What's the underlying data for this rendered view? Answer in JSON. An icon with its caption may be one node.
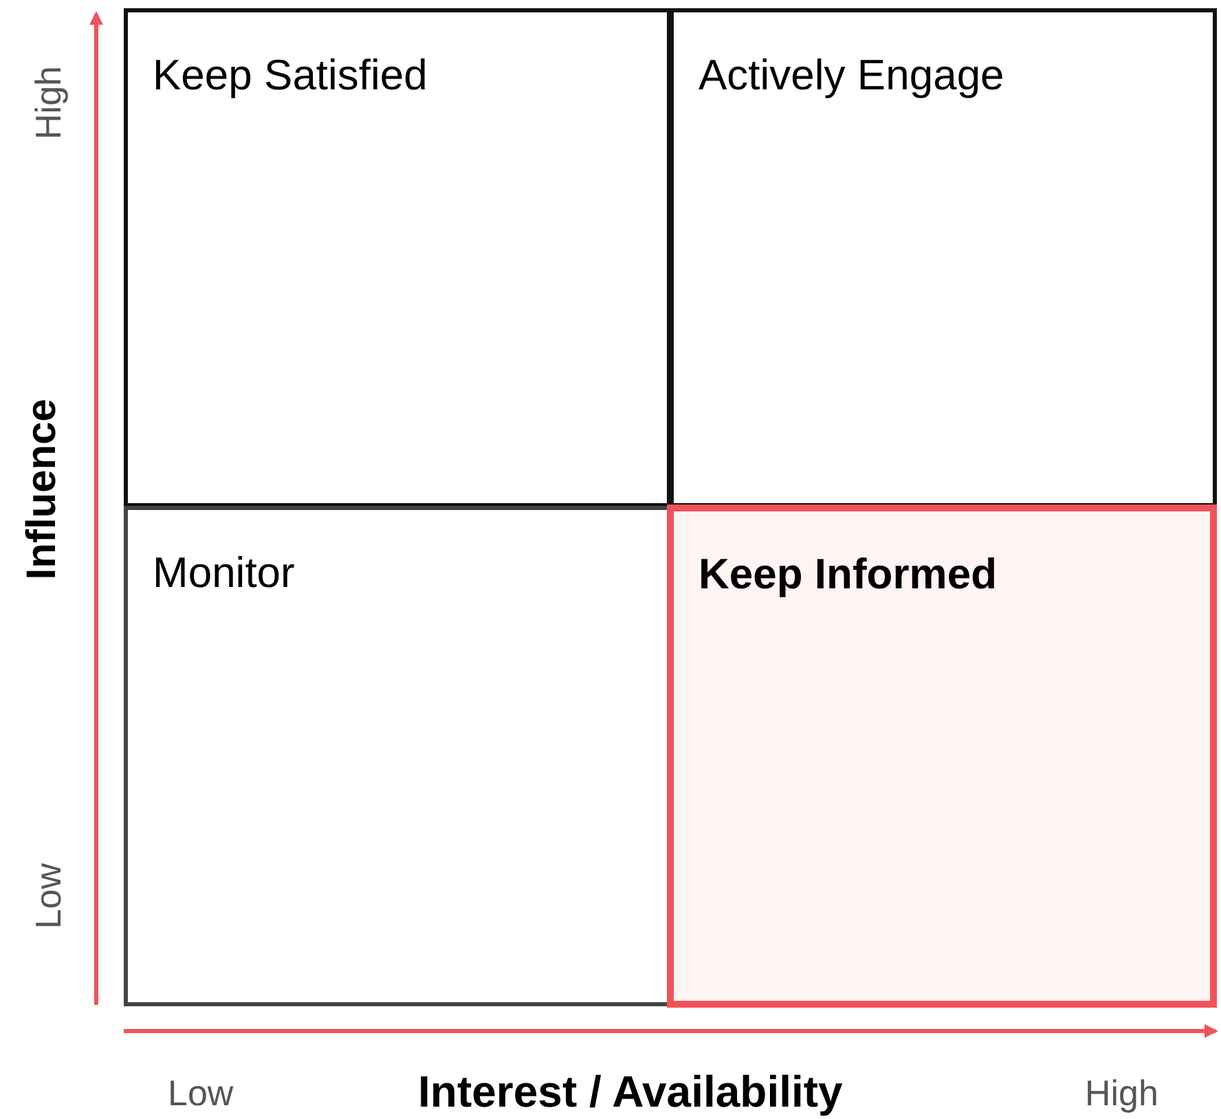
{
  "diagram": {
    "nodes": [
      {
        "text": [
          "Keep Satisfied"
        ]
      },
      {
        "text": [
          "Actively Engage"
        ]
      },
      {
        "text": [
          "Monitor"
        ]
      },
      {
        "text": [
          "Keep Informed"
        ]
      }
    ],
    "edges": [],
    "labels": [
      "High",
      "Influence",
      "Low",
      "Low",
      "Interest / Availability",
      "High"
    ]
  }
}
